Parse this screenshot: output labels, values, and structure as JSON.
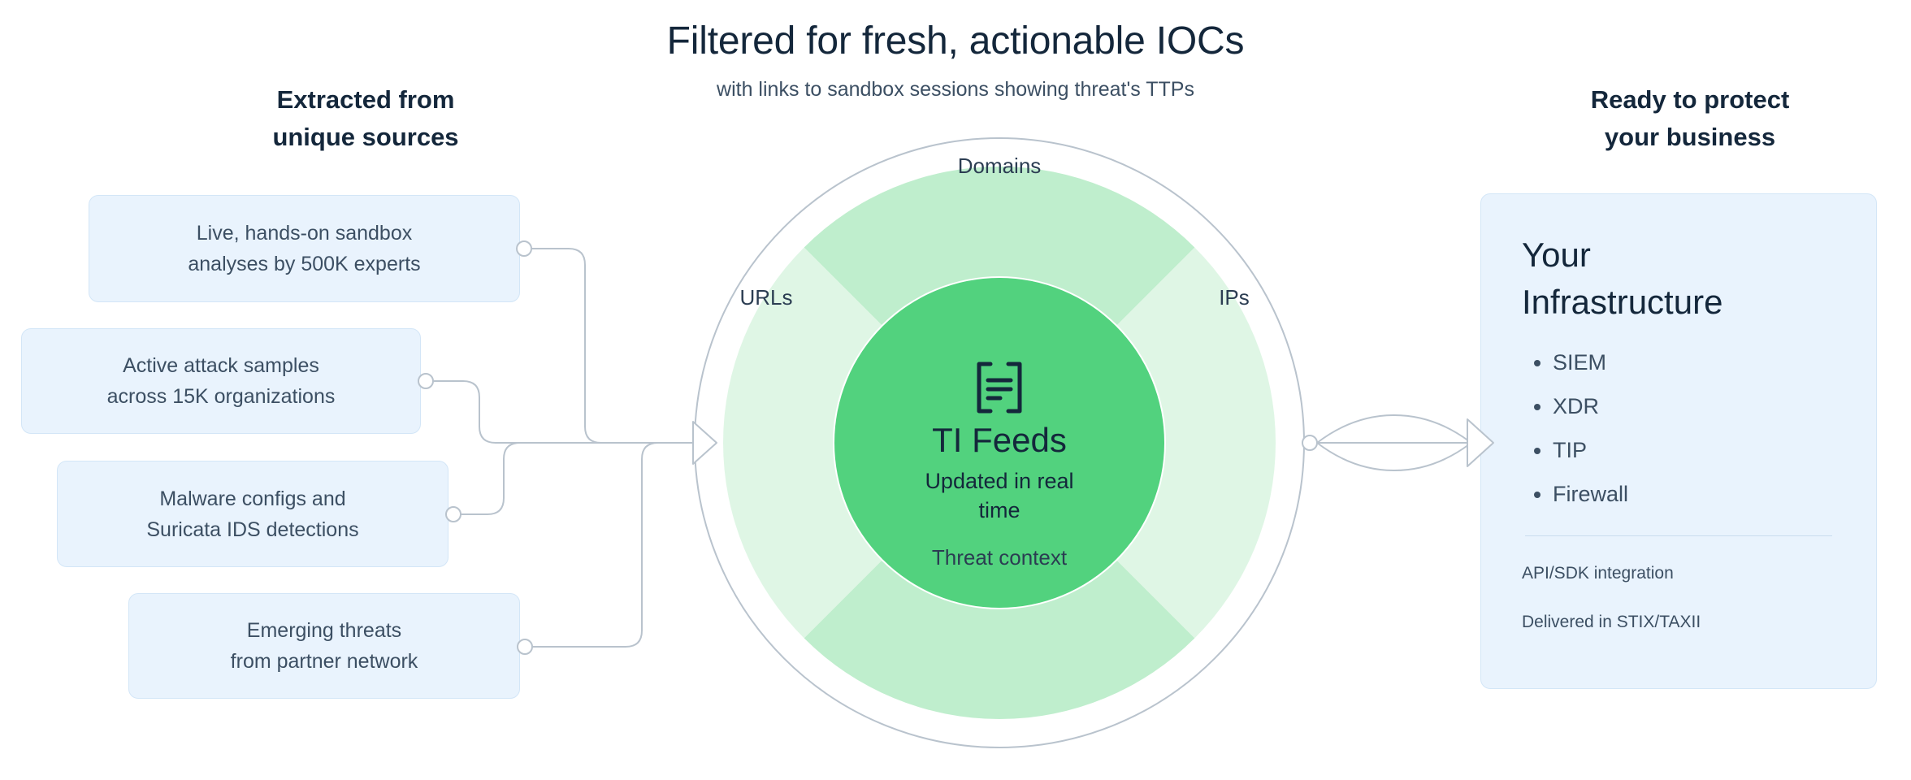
{
  "header": {
    "title": "Filtered for fresh, actionable IOCs",
    "subtitle": "with links to sandbox sessions showing threat's TTPs"
  },
  "left_column": {
    "heading_line1": "Extracted from",
    "heading_line2": "unique sources",
    "cards": [
      {
        "line1": "Live, hands-on sandbox",
        "line2": "analyses by 500K experts"
      },
      {
        "line1": "Active attack samples",
        "line2": "across 15K organizations"
      },
      {
        "line1": "Malware configs and",
        "line2": "Suricata IDS detections"
      },
      {
        "line1": "Emerging threats",
        "line2": "from partner network"
      }
    ]
  },
  "center": {
    "core_title": "TI Feeds",
    "core_subtitle": "Updated in real time",
    "core_icon": "feed-brackets-icon",
    "ring_labels": {
      "top": "Domains",
      "right": "IPs",
      "bottom": "Threat context",
      "left": "URLs"
    },
    "colors": {
      "core_fill": "#52d27e",
      "ring_strong": "#bfeecd",
      "ring_soft": "#dff6e5",
      "outer_stroke": "#b9c3cd"
    }
  },
  "right_column": {
    "heading_line1": "Ready to protect",
    "heading_line2": "your business",
    "panel": {
      "title_line1": "Your",
      "title_line2": "Infrastructure",
      "items": [
        "SIEM",
        "XDR",
        "TIP",
        "Firewall"
      ],
      "notes": [
        "API/SDK integration",
        "Delivered in STIX/TAXII"
      ]
    }
  },
  "colors": {
    "card_fill": "#e9f3fd",
    "card_border": "#d3e6f7",
    "text_dark": "#14273b",
    "text_muted": "#3c4f63",
    "wire": "#b9c3cd"
  }
}
